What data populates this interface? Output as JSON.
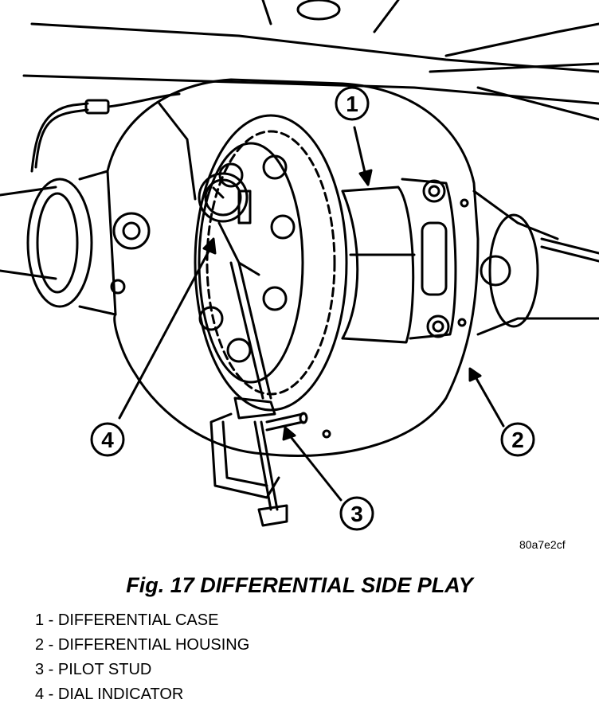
{
  "figure": {
    "image_code": "80a7e2cf",
    "caption": "Fig. 17 DIFFERENTIAL SIDE PLAY"
  },
  "callouts": [
    {
      "number": "1",
      "part": "DIFFERENTIAL CASE"
    },
    {
      "number": "2",
      "part": "DIFFERENTIAL HOUSING"
    },
    {
      "number": "3",
      "part": "PILOT STUD"
    },
    {
      "number": "4",
      "part": "DIAL INDICATOR"
    }
  ],
  "legend": [
    "1 - DIFFERENTIAL CASE",
    "2 - DIFFERENTIAL HOUSING",
    "3 - PILOT STUD",
    "4 - DIAL INDICATOR"
  ]
}
